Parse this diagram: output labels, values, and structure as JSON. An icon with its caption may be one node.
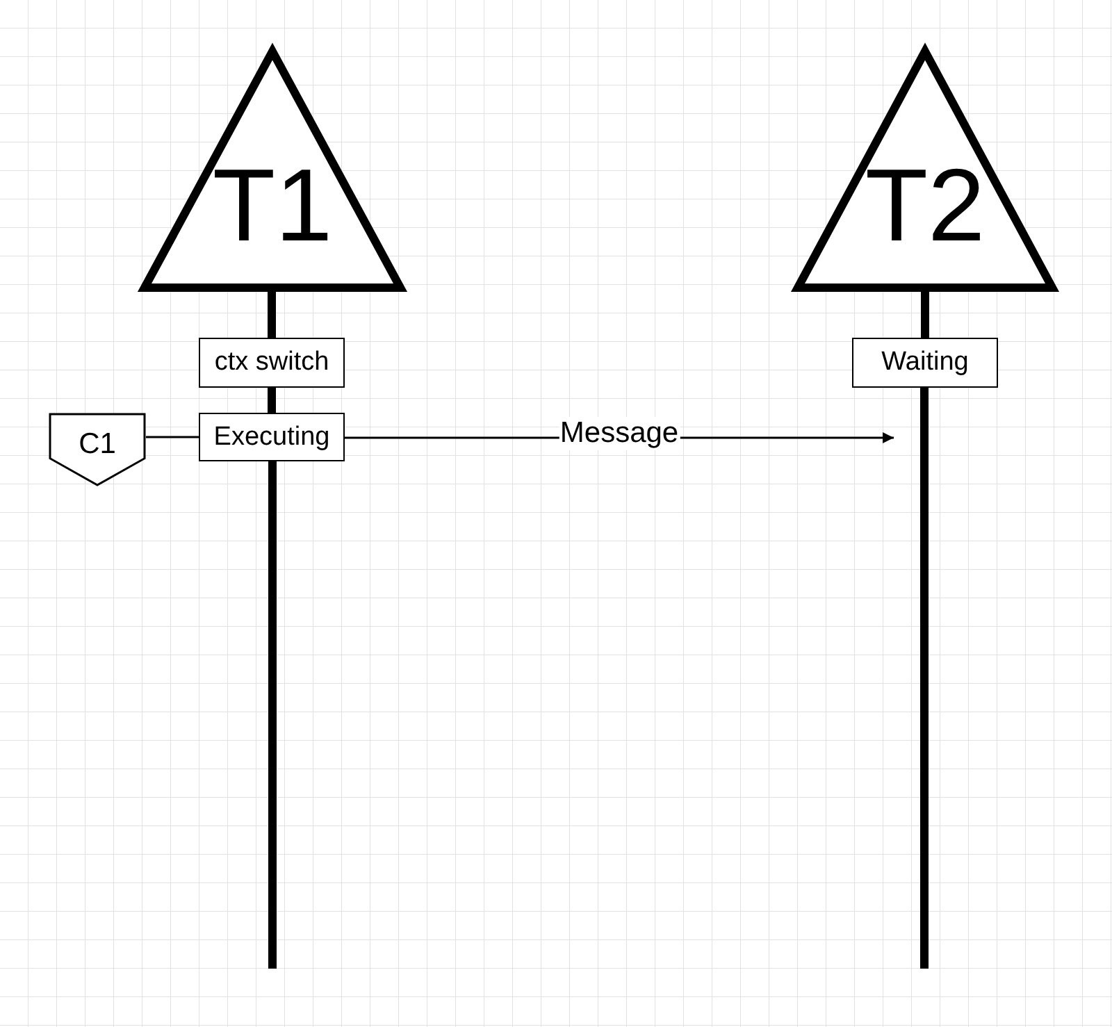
{
  "diagram": {
    "nodes": [
      {
        "text": [
          "T1"
        ]
      },
      {
        "text": [
          "T2"
        ]
      },
      {
        "text": [
          "ctx switch"
        ]
      },
      {
        "text": [
          "Executing"
        ]
      },
      {
        "text": [
          "Waiting"
        ]
      },
      {
        "text": [
          "C1"
        ]
      }
    ],
    "edges": [
      {
        "from": 0,
        "to": 2,
        "arrow": "none"
      },
      {
        "from": 2,
        "to": 3,
        "arrow": "none"
      },
      {
        "from": 3,
        "to": null,
        "arrow": "none"
      },
      {
        "from": 1,
        "to": 4,
        "arrow": "none"
      },
      {
        "from": 4,
        "to": null,
        "arrow": "none"
      },
      {
        "from": 5,
        "to": 3,
        "arrow": "none"
      },
      {
        "from": 3,
        "to": null,
        "arrow": "to",
        "label": "Message"
      }
    ]
  }
}
